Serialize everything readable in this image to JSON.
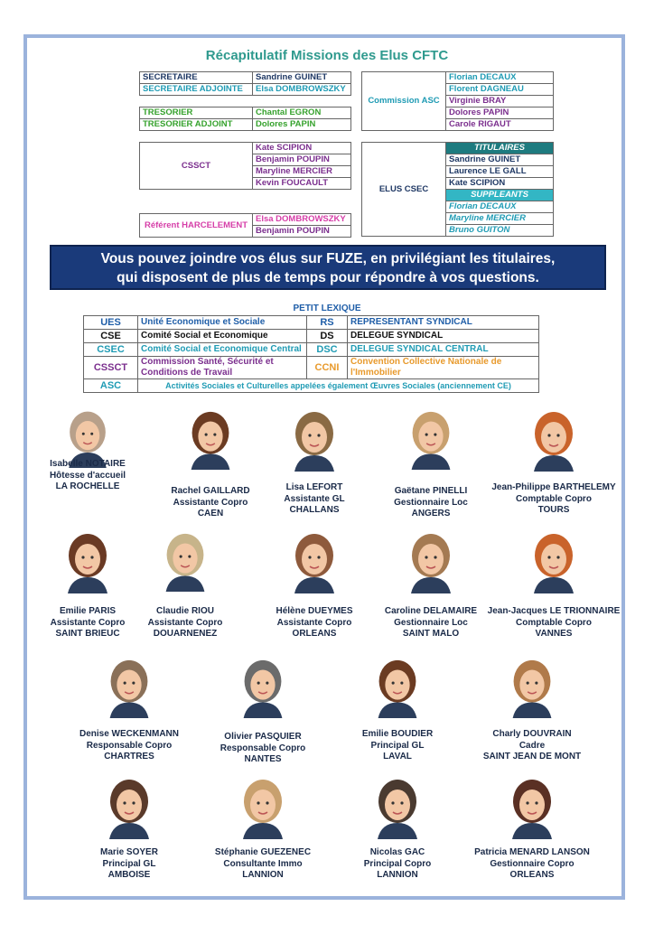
{
  "title": "Récapitulatif Missions des Elus CFTC",
  "left_tables": {
    "bureau": [
      {
        "role": "SECRETAIRE",
        "name": "Sandrine GUINET",
        "color": "#1f3864"
      },
      {
        "role": "SECRETAIRE ADJOINTE",
        "name": "Elsa DOMBROWSZKY",
        "color": "#1f9bb4"
      }
    ],
    "tresorerie": [
      {
        "role": "TRESORIER",
        "name": "Chantal EGRON",
        "color": "#36a22d"
      },
      {
        "role": "TRESORIER ADJOINT",
        "name": "Dolores PAPIN",
        "color": "#36a22d"
      }
    ],
    "cssct": {
      "label": "CSSCT",
      "names": [
        "Kate SCIPION",
        "Benjamin POUPIN",
        "Maryline MERCIER",
        "Kevin FOUCAULT"
      ]
    },
    "harcelement": {
      "label": "Référent HARCELEMENT",
      "names": [
        "Elsa DOMBROWSZKY",
        "Benjamin POUPIN"
      ]
    }
  },
  "right_tables": {
    "asc": {
      "label": "Commission ASC",
      "names": [
        "Florian DECAUX",
        "Florent DAGNEAU",
        "Virginie BRAY",
        "Dolores PAPIN",
        "Carole RIGAUT"
      ]
    },
    "csec": {
      "label": "ELUS CSEC",
      "titulaires_label": "TITULAIRES",
      "titulaires": [
        "Sandrine GUINET",
        "Laurence LE GALL",
        "Kate SCIPION"
      ],
      "suppleants_label": "SUPPLEANTS",
      "suppleants": [
        "Florian DECAUX",
        "Maryline MERCIER",
        "Bruno GUITON"
      ]
    }
  },
  "banner": {
    "line1": "Vous pouvez joindre vos élus sur FUZE, en privilégiant les titulaires,",
    "line2": "qui disposent de plus de temps pour répondre à vos questions."
  },
  "lexique": {
    "title": "PETIT LEXIQUE",
    "rows": [
      {
        "a1": "UES",
        "d1": "Unité Economique et Sociale",
        "a2": "RS",
        "d2": "REPRESENTANT SYNDICAL",
        "color": "#1f5ea8"
      },
      {
        "a1": "CSE",
        "d1": "Comité Social et Economique",
        "a2": "DS",
        "d2": "DELEGUE SYNDICAL",
        "color": "#111111"
      },
      {
        "a1": "CSEC",
        "d1": "Comité Social et Economique Central",
        "a2": "DSC",
        "d2": "DELEGUE SYNDICAL CENTRAL",
        "color": "#1f9bb4"
      },
      {
        "a1": "CSSCT",
        "d1": "Commission Santé, Sécurité et Conditions de Travail",
        "a2": "CCNI",
        "d2": "Convention Collective Nationale de l'Immobilier",
        "color": "#7b2f8e"
      }
    ],
    "last": {
      "a1": "ASC",
      "d1": "Activités Sociales et Culturelles appelées également Œuvres Sociales (anciennement CE)",
      "color": "#1f9bb4"
    }
  },
  "people": [
    {
      "name": "Isabelle NOTAIRE",
      "role": "Hôtesse d'accueil",
      "city": "LA ROCHELLE",
      "color": "#b8a08a"
    },
    {
      "name": "Rachel GAILLARD",
      "role": "Assistante Copro",
      "city": "CAEN",
      "color": "#6b3b22"
    },
    {
      "name": "Lisa LEFORT",
      "role": "Assistante GL",
      "city": "CHALLANS",
      "color": "#8a6a44"
    },
    {
      "name": "Gaëtane PINELLI",
      "role": "Gestionnaire Loc",
      "city": "ANGERS",
      "color": "#c8a06e"
    },
    {
      "name": "Jean-Philippe BARTHELEMY",
      "role": "Comptable Copro",
      "city": "TOURS",
      "color": "#c9632b"
    },
    {
      "name": "Emilie PARIS",
      "role": "Assistante Copro",
      "city": "SAINT BRIEUC",
      "color": "#6a3a24"
    },
    {
      "name": "Claudie RIOU",
      "role": "Assistante Copro",
      "city": "DOUARNENEZ",
      "color": "#c7b48a"
    },
    {
      "name": "Hélène DUEYMES",
      "role": "Assistante Copro",
      "city": "ORLEANS",
      "color": "#8e5a3c"
    },
    {
      "name": "Caroline DELAMAIRE",
      "role": "Gestionnaire Loc",
      "city": "SAINT MALO",
      "color": "#a47a52"
    },
    {
      "name": "Jean-Jacques LE TRIONNAIRE",
      "role": "Comptable Copro",
      "city": "VANNES",
      "color": "#c9632b"
    },
    {
      "name": "Denise WECKENMANN",
      "role": "Responsable Copro",
      "city": "CHARTRES",
      "color": "#8a7058"
    },
    {
      "name": "Olivier PASQUIER",
      "role": "Responsable Copro",
      "city": "NANTES",
      "color": "#6b6b6b"
    },
    {
      "name": "Emilie BOUDIER",
      "role": "Principal GL",
      "city": "LAVAL",
      "color": "#6b3b22"
    },
    {
      "name": "Charly DOUVRAIN",
      "role": "Cadre",
      "city": "SAINT JEAN DE MONT",
      "color": "#b07a4a"
    },
    {
      "name": "Marie SOYER",
      "role": "Principal GL",
      "city": "AMBOISE",
      "color": "#5a3a2a"
    },
    {
      "name": "Stéphanie GUEZENEC",
      "role": "Consultante Immo",
      "city": "LANNION",
      "color": "#c8a06e"
    },
    {
      "name": "Nicolas GAC",
      "role": "Principal Copro",
      "city": "LANNION",
      "color": "#4a3a30"
    },
    {
      "name": "Patricia MENARD LANSON",
      "role": "Gestionnaire  Copro",
      "city": "ORLEANS",
      "color": "#5a3024"
    }
  ]
}
